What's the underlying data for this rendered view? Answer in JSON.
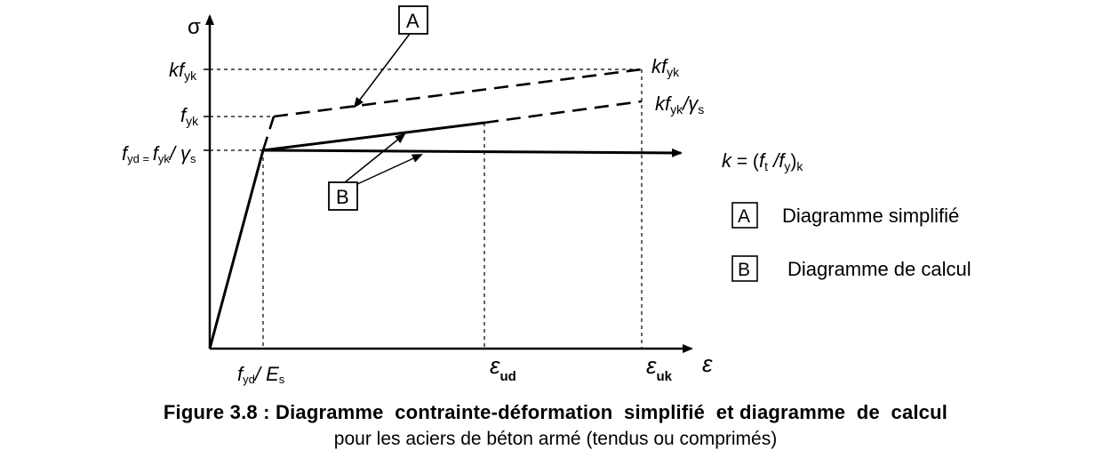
{
  "diagram": {
    "axis_y_label": "σ",
    "axis_x_label": "ε",
    "y_labels": {
      "kfyk": [
        "k",
        "f",
        "yk"
      ],
      "fyk": [
        "f",
        "yk"
      ],
      "fyd": [
        "f",
        "yd",
        " = ",
        "f",
        "yk",
        "/ γ",
        "s"
      ]
    },
    "x_labels": {
      "fyd_es": [
        "f",
        "yd",
        "/ ",
        "E",
        "s"
      ],
      "eps_ud": [
        "ε",
        "ud"
      ],
      "eps_uk": [
        "ε",
        "uk"
      ]
    },
    "right_labels": {
      "kfyk": [
        "k",
        "f",
        "yk"
      ],
      "kfyk_gs": [
        "k",
        "f",
        "yk",
        "/γ",
        "s"
      ]
    },
    "k_formula": [
      "k",
      " = (",
      "f",
      "t",
      " /",
      "f",
      "y",
      ")",
      "k"
    ],
    "callout_a": "A",
    "callout_b": "B",
    "legend": [
      {
        "key": "A",
        "text": "Diagramme simplifié"
      },
      {
        "key": "B",
        "text": "Diagramme de calcul"
      }
    ]
  },
  "caption": {
    "line1": "Figure 3.8 : Diagramme  contrainte-déformation  simplifié  et diagramme  de  calcul",
    "line2": "pour les aciers de béton armé (tendus ou comprimés)"
  }
}
